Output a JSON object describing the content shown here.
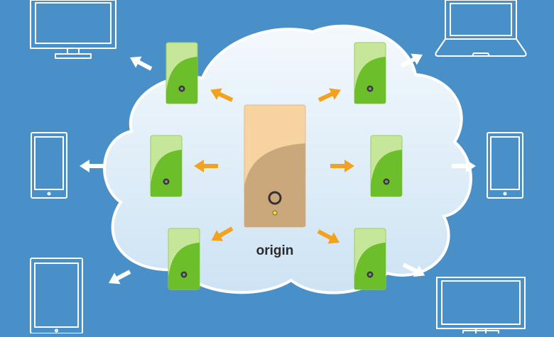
{
  "colors": {
    "background": "#4a90c8",
    "cloud_fill": "#e6f2fb",
    "cloud_stroke": "#ffffff",
    "edge_server_light": "#c6e69a",
    "edge_server_dark": "#6cbf2b",
    "origin_light": "#f6d39f",
    "origin_dark": "#cba77c",
    "push_arrow": "#f3a21f",
    "delivery_arrow": "#ffffff",
    "device_outline": "#ffffff"
  },
  "origin": {
    "label": "origin",
    "icon": "server-icon"
  },
  "edge_servers": [
    {
      "name": "edge-server-top-left",
      "icon": "server-icon"
    },
    {
      "name": "edge-server-top-right",
      "icon": "server-icon"
    },
    {
      "name": "edge-server-mid-left",
      "icon": "server-icon"
    },
    {
      "name": "edge-server-mid-right",
      "icon": "server-icon"
    },
    {
      "name": "edge-server-bottom-left",
      "icon": "server-icon"
    },
    {
      "name": "edge-server-bottom-right",
      "icon": "server-icon"
    }
  ],
  "devices": [
    {
      "name": "device-top-left",
      "icon": "monitor-icon"
    },
    {
      "name": "device-top-right",
      "icon": "laptop-icon"
    },
    {
      "name": "device-mid-left",
      "icon": "phone-icon"
    },
    {
      "name": "device-mid-right",
      "icon": "phone-icon"
    },
    {
      "name": "device-bottom-left",
      "icon": "tablet-icon"
    },
    {
      "name": "device-bottom-right",
      "icon": "monitor-icon"
    }
  ]
}
